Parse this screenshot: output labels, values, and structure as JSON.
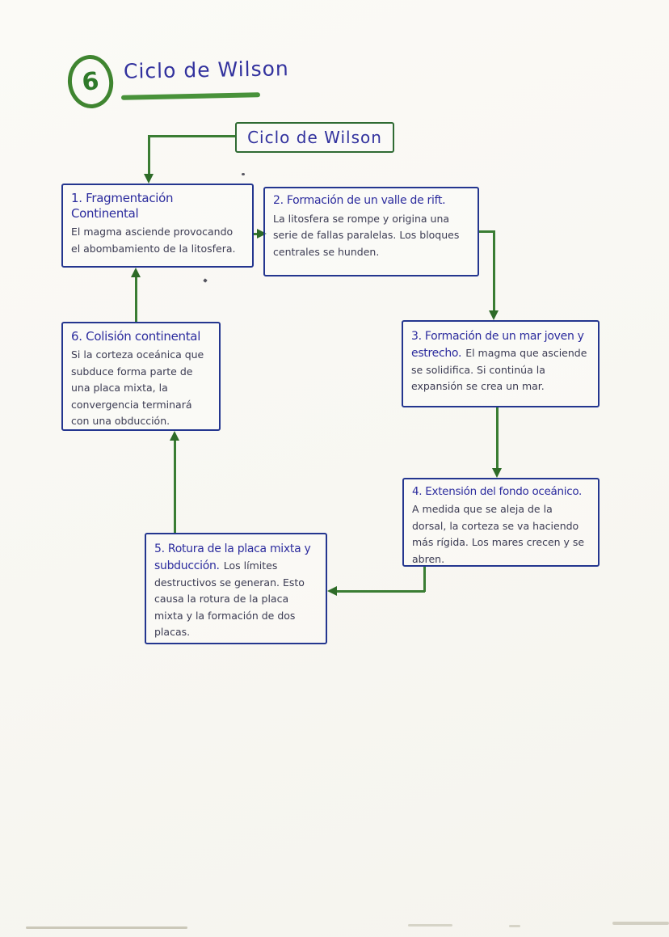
{
  "page": {
    "number_badge": "6",
    "title": "Ciclo de Wilson"
  },
  "flowchart": {
    "root_label": "Ciclo de Wilson",
    "steps": [
      {
        "heading": "1. Fragmentación Continental",
        "body": "El magma asciende provocando el abombamiento de la litosfera."
      },
      {
        "heading": "2. Formación de un valle de rift.",
        "body": "La litosfera se rompe y origina una serie de fallas paralelas. Los bloques centrales se hunden."
      },
      {
        "heading": "3. Formación de un mar joven y estrecho.",
        "body": "El magma que asciende se solidifica. Si continúa la expansión se crea un mar."
      },
      {
        "heading": "4. Extensión del fondo oceánico.",
        "body": "A medida que se aleja de la dorsal, la corteza se va haciendo más rígida. Los mares crecen y se abren."
      },
      {
        "heading": "5. Rotura de la placa mixta y subducción.",
        "body": "Los límites destructivos se generan. Esto causa la rotura de la placa mixta y la formación de dos placas."
      },
      {
        "heading": "6. Colisión continental",
        "body": "Si la corteza oceánica que subduce forma parte de una placa mixta, la convergencia terminará con una obducción."
      }
    ],
    "colors": {
      "arrow_green": "#3a7d33",
      "box_border_blue": "#24368f",
      "root_border_green": "#2f6b33",
      "heading_blue": "#2c2c9e",
      "body_ink": "#3b3b52",
      "title_underline_green": "#48923a",
      "paper": "#f8f7f2"
    }
  }
}
